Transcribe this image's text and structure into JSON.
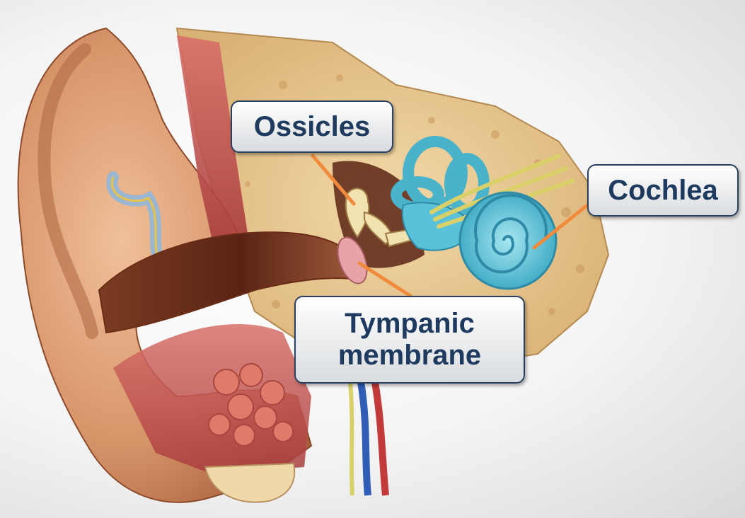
{
  "labels": {
    "ossicles": "Ossicles",
    "cochlea": "Cochlea",
    "tympanic_line1": "Tympanic",
    "tympanic_line2": "membrane"
  },
  "colors": {
    "leader_line": "#f08a3c",
    "label_text": "#1f3a5f",
    "label_border": "#2b3f60",
    "skin": "#d79a6e",
    "bone": "#e7c892",
    "cochlea": "#59c2d8"
  },
  "icons": {
    "illustration": "ear-anatomy-cross-section"
  }
}
